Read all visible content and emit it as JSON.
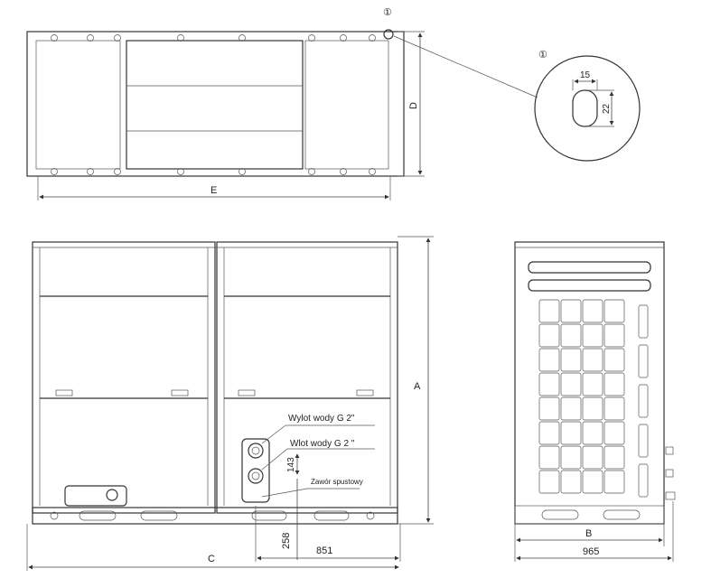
{
  "callout": {
    "marker": "①",
    "detail_marker": "①",
    "width_dim": "15",
    "height_dim": "22"
  },
  "top_view": {
    "dim_depth": "D",
    "dim_width": "E"
  },
  "front_view": {
    "dim_height": "A",
    "dim_total_width": "C",
    "dim_851": "851",
    "dim_258": "258",
    "dim_143": "143",
    "outlet_label": "Wylot wody G 2\"",
    "inlet_label": "Wlot wody G 2 \"",
    "drain_label": "Zawór spustowy"
  },
  "side_view": {
    "dim_width": "B",
    "dim_total": "965"
  }
}
